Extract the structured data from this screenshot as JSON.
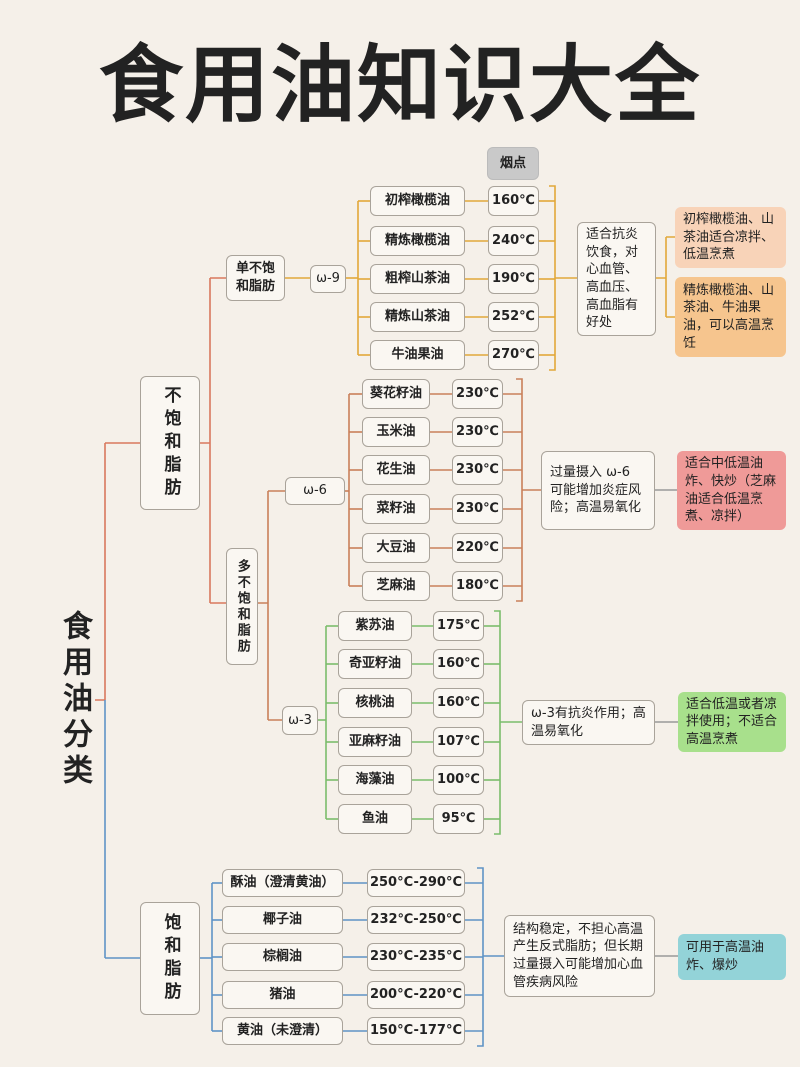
{
  "title": "食用油知识大全",
  "root_label": "食用油分类",
  "smoke_point_header": "烟点",
  "unsaturated": {
    "label": "不饱和脂肪",
    "mono": {
      "label": "单不饱和脂肪",
      "omega": "ω-9",
      "oils": [
        {
          "name": "初榨橄榄油",
          "temp": "160℃"
        },
        {
          "name": "精炼橄榄油",
          "temp": "240℃"
        },
        {
          "name": "粗榨山茶油",
          "temp": "190℃"
        },
        {
          "name": "精炼山茶油",
          "temp": "252℃"
        },
        {
          "name": "牛油果油",
          "temp": "270℃"
        }
      ],
      "desc": "适合抗炎饮食，对心血管、高血压、高血脂有好处",
      "notes": [
        {
          "text": "初榨橄榄油、山茶油适合凉拌、低温烹煮",
          "color": "#f8d3b8"
        },
        {
          "text": "精炼橄榄油、山茶油、牛油果油，可以高温烹饪",
          "color": "#f6c58e"
        }
      ]
    },
    "poly": {
      "label": "多不饱和脂肪",
      "omega6": {
        "omega": "ω-6",
        "oils": [
          {
            "name": "葵花籽油",
            "temp": "230℃"
          },
          {
            "name": "玉米油",
            "temp": "230℃"
          },
          {
            "name": "花生油",
            "temp": "230℃"
          },
          {
            "name": "菜籽油",
            "temp": "230℃"
          },
          {
            "name": "大豆油",
            "temp": "220℃"
          },
          {
            "name": "芝麻油",
            "temp": "180℃"
          }
        ],
        "desc": "过量摄入 ω-6 可能增加炎症风险；高温易氧化",
        "note": {
          "text": "适合中低温油炸、快炒（芝麻油适合低温烹煮、凉拌）",
          "color": "#ef9a98"
        }
      },
      "omega3": {
        "omega": "ω-3",
        "oils": [
          {
            "name": "紫苏油",
            "temp": "175℃"
          },
          {
            "name": "奇亚籽油",
            "temp": "160℃"
          },
          {
            "name": "核桃油",
            "temp": "160℃"
          },
          {
            "name": "亚麻籽油",
            "temp": "107℃"
          },
          {
            "name": "海藻油",
            "temp": "100℃"
          },
          {
            "name": "鱼油",
            "temp": "95℃"
          }
        ],
        "desc": "ω-3有抗炎作用；高温易氧化",
        "note": {
          "text": "适合低温或者凉拌使用；不适合高温烹煮",
          "color": "#a8e08c"
        }
      }
    }
  },
  "saturated": {
    "label": "饱和脂肪",
    "oils": [
      {
        "name": "酥油（澄清黄油）",
        "temp": "250°C-290°C"
      },
      {
        "name": "椰子油",
        "temp": "232℃-250℃"
      },
      {
        "name": "棕榈油",
        "temp": "230°C-235°C"
      },
      {
        "name": "猪油",
        "temp": "200°C-220°C"
      },
      {
        "name": "黄油（未澄清）",
        "temp": "150°C-177°C"
      }
    ],
    "desc": "结构稳定，不担心高温产生反式脂肪；但长期过量摄入可能增加心血管疾病风险",
    "note": {
      "text": "可用于高温油炸、爆炒",
      "color": "#93d3d8"
    }
  },
  "colors": {
    "unsaturated": "#d9785e",
    "mono": "#e2a83a",
    "omega6": "#c9805a",
    "omega3": "#7bbd6c",
    "saturated": "#5f93c6"
  }
}
